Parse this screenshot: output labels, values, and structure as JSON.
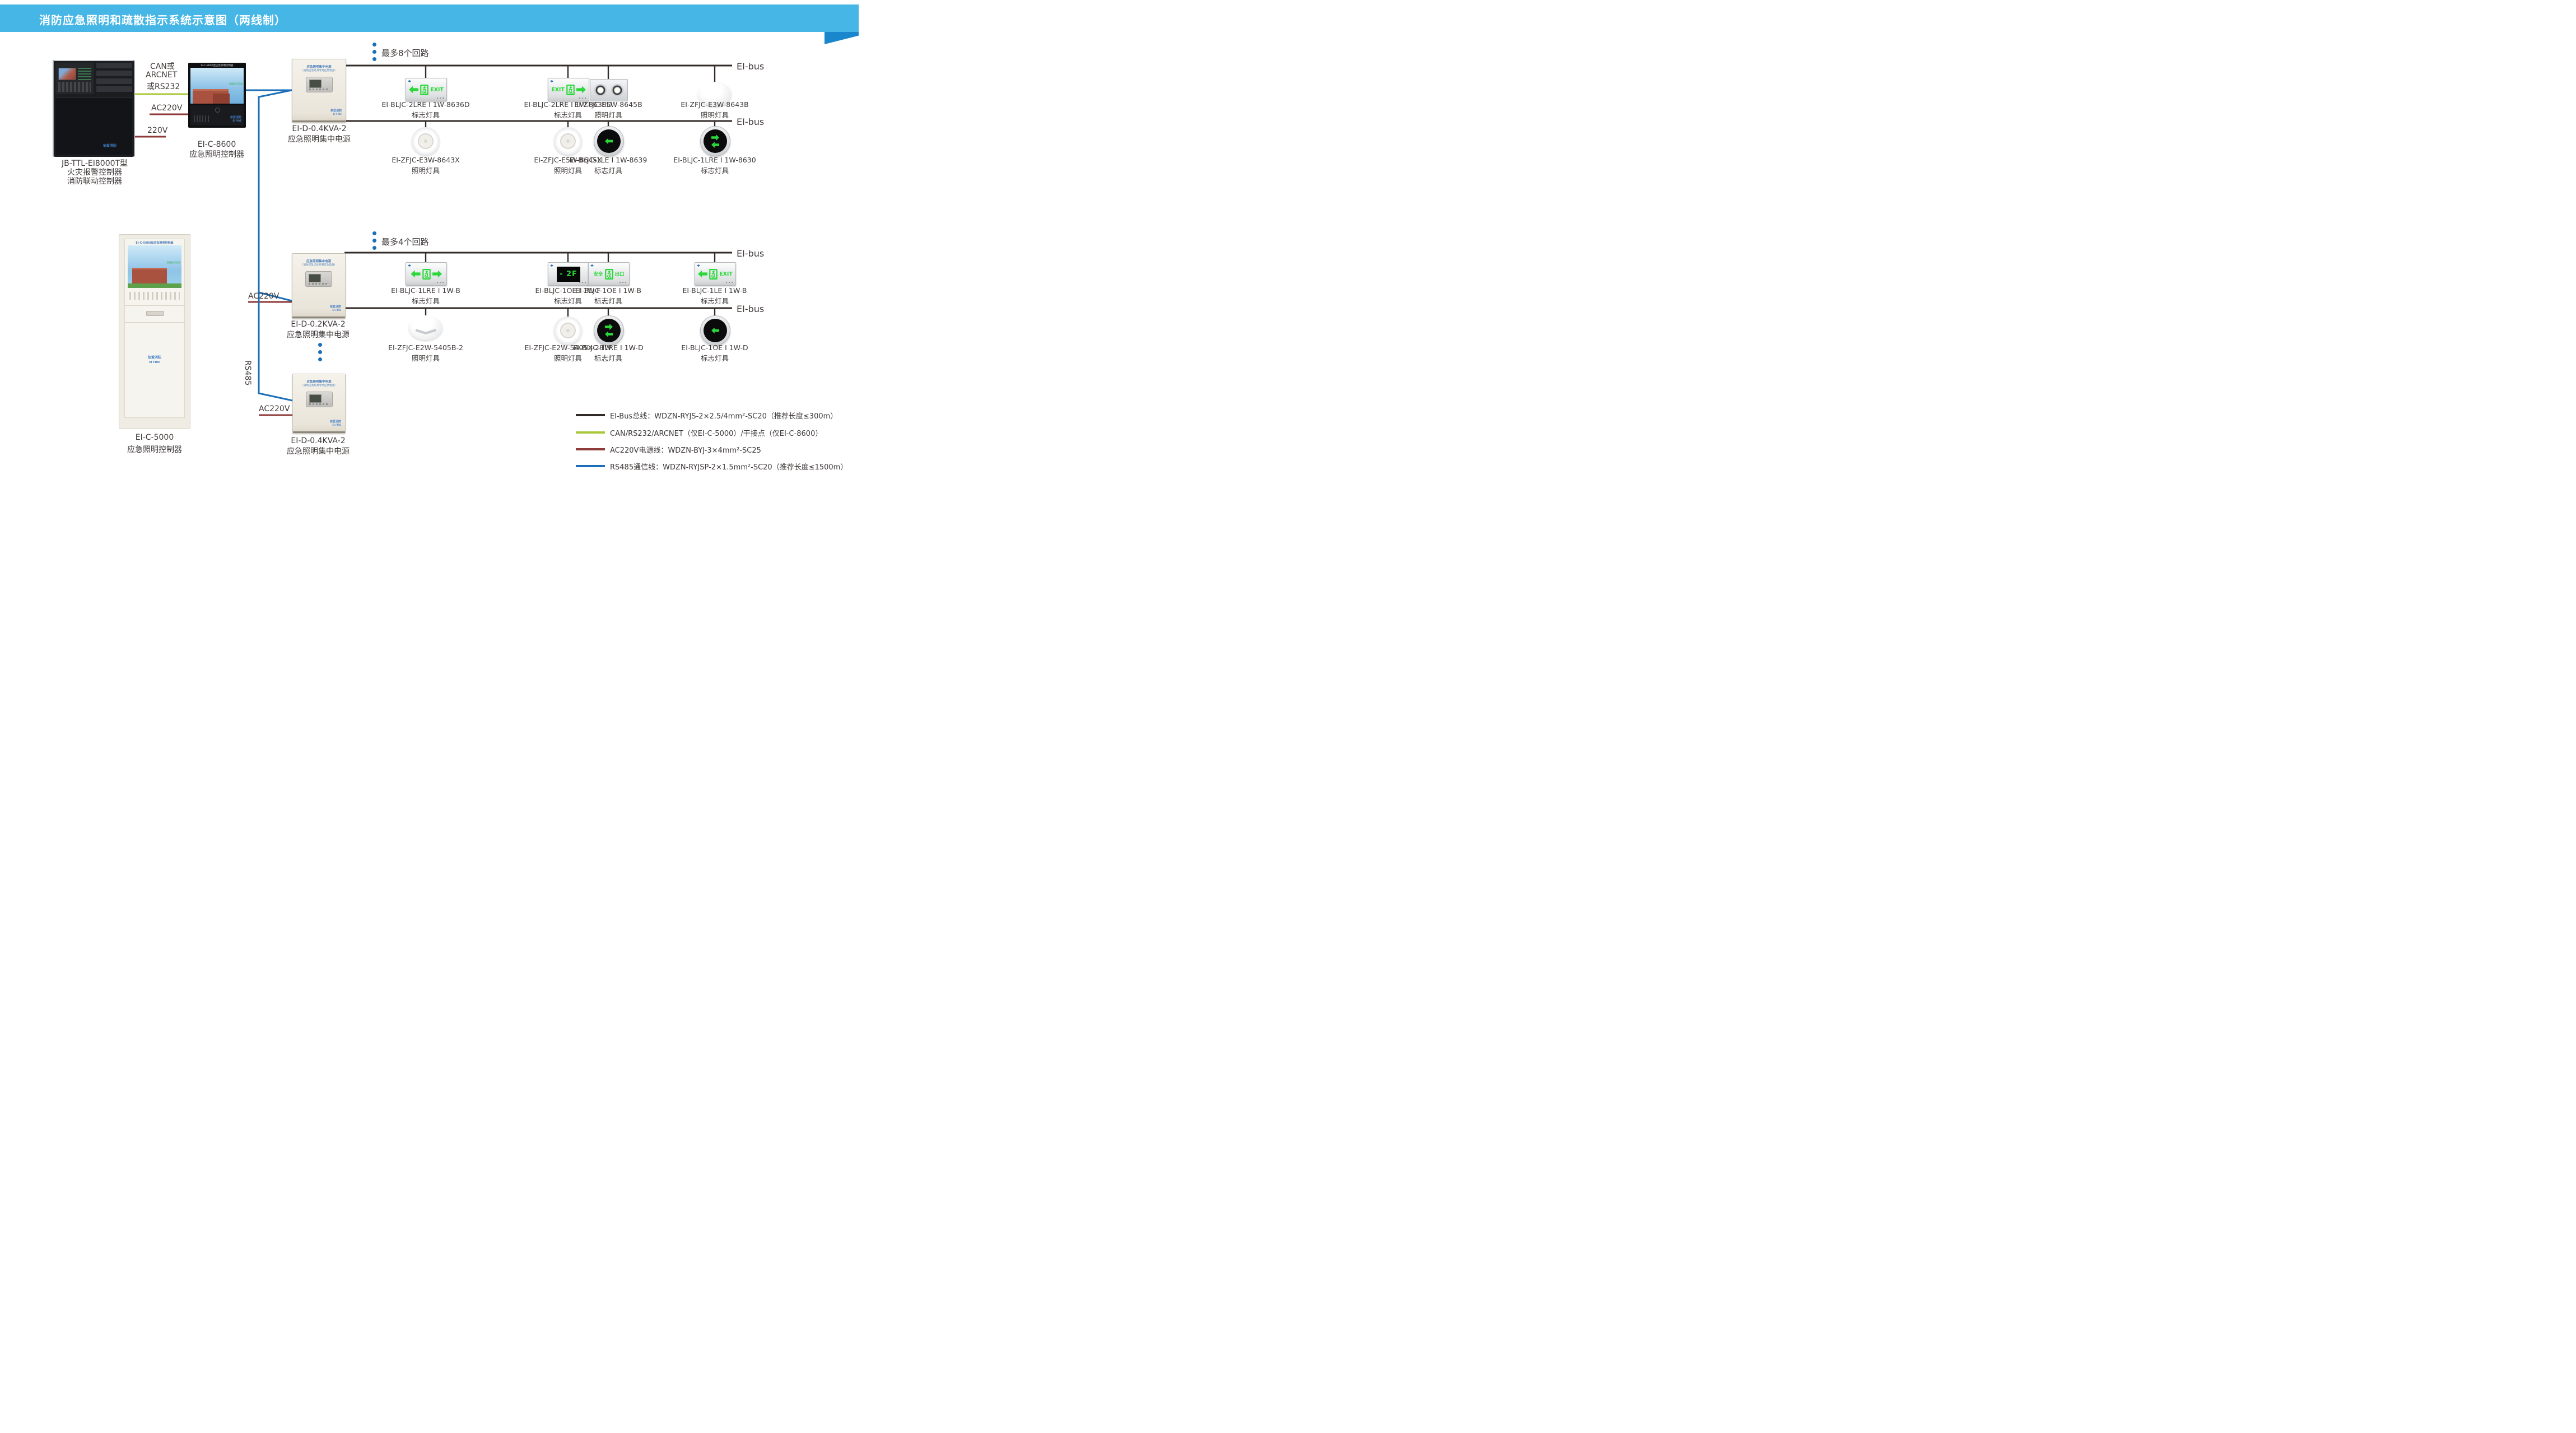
{
  "title": "消防应急照明和疏散指示系统示意图（两线制）",
  "colors": {
    "header_band": "#45b6e5",
    "header_wedge": "#1a86cb",
    "bus_wire": "#332b29",
    "can_wire": "#a9c83a",
    "power_wire": "#8d3a38",
    "rs485_wire": "#1c6fb8",
    "lamp_green": "#2bd83a"
  },
  "bus_label": "EI-bus",
  "notes": {
    "loop8": "最多8个回路",
    "loop4": "最多4个回路"
  },
  "wire_labels": {
    "can_line1": "CAN或",
    "can_line2": "ARCNET",
    "can_line3": "或RS232",
    "ac220v_1": "AC220V",
    "v220": "220V",
    "ac220v_2": "AC220V",
    "ac220v_3": "AC220V",
    "rs485": "RS485"
  },
  "devices": {
    "fire_panel": {
      "model": "JB-TTL-EI8000T型",
      "line2": "火灾报警控制器",
      "line3": "消防联动控制器"
    },
    "c8600": {
      "face_title": "EI-C-8600型应急照明控制器",
      "status": "系统运行正常",
      "brand": "依爱消防",
      "brand_en": "EI FIRE",
      "model": "EI-C-8600",
      "type": "应急照明控制器"
    },
    "c5000": {
      "face_title": "EI-C-5000型应急照明控制器",
      "status": "系统运行正常",
      "brand": "依爱消防",
      "brand_en": "EI FIRE",
      "model": "EI-C-5000",
      "type": "应急照明控制器"
    },
    "psu1": {
      "face_line1": "应急照明集中电源",
      "face_line2": "（消防应急灯具专用应急电源）",
      "brand": "依爱消防",
      "brand_en": "EI FIRE",
      "model": "EI-D-0.4KVA-2",
      "type": "应急照明集中电源"
    },
    "psu2": {
      "face_line1": "应急照明集中电源",
      "face_line2": "（消防应急灯具专用应急电源）",
      "brand": "依爱消防",
      "brand_en": "EI FIRE",
      "model": "EI-D-0.2KVA-2",
      "type": "应急照明集中电源"
    },
    "psu3": {
      "face_line1": "应急照明集中电源",
      "face_line2": "（消防应急灯具专用应急电源）",
      "brand": "依爱消防",
      "brand_en": "EI FIRE",
      "model": "EI-D-0.4KVA-2",
      "type": "应急照明集中电源"
    }
  },
  "rows": [
    {
      "lamps": [
        {
          "model": "EI-BLJC-2LRE I 1W-8636D",
          "type": "标志灯具",
          "face": "EXIT"
        },
        {
          "model": "EI-BLJC-2LRE I 1W-8638D",
          "type": "标志灯具",
          "face": "EXIT"
        },
        {
          "model": "EI-ZFJC-E5W-8645B",
          "type": "照明灯具"
        },
        {
          "model": "EI-ZFJC-E3W-8643B",
          "type": "照明灯具"
        }
      ]
    },
    {
      "lamps": [
        {
          "model": "EI-ZFJC-E3W-8643X",
          "type": "照明灯具"
        },
        {
          "model": "EI-ZFJC-E5W-8645X",
          "type": "照明灯具"
        },
        {
          "model": "EI-BLJC-1LE I 1W-8639",
          "type": "标志灯具"
        },
        {
          "model": "EI-BLJC-1LRE I 1W-8630",
          "type": "标志灯具"
        }
      ]
    },
    {
      "lamps": [
        {
          "model": "EI-BLJC-1LRE I 1W-B",
          "type": "标志灯具"
        },
        {
          "model": "EI-BLJC-1OE I 1W-F",
          "type": "标志灯具",
          "face": "- 2F"
        },
        {
          "model": "EI-BLJC-1OE I 1W-B",
          "type": "标志灯具",
          "face_left": "安全",
          "face_right": "出口"
        },
        {
          "model": "EI-BLJC-1LE I 1W-B",
          "type": "标志灯具",
          "face": "EXIT"
        }
      ]
    },
    {
      "lamps": [
        {
          "model": "EI-ZFJC-E2W-5405B-2",
          "type": "照明灯具"
        },
        {
          "model": "EI-ZFJC-E2W-5405X-2HW",
          "type": "照明灯具"
        },
        {
          "model": "EI-BLJC-1LRE I 1W-D",
          "type": "标志灯具"
        },
        {
          "model": "EI-BLJC-1OE I 1W-D",
          "type": "标志灯具"
        }
      ]
    }
  ],
  "legend": [
    {
      "color": "#332b29",
      "label": "EI-Bus总线：WDZN-RYJS-2×2.5/4mm²-SC20（推荐长度≤300m）"
    },
    {
      "color": "#a9c83a",
      "label": "CAN/RS232/ARCNET（仅EI-C-5000）/干接点（仅EI-C-8600）"
    },
    {
      "color": "#8d3a38",
      "label": "AC220V电源线：WDZN-BYJ-3×4mm²-SC25"
    },
    {
      "color": "#1c6fb8",
      "label": "RS485通信线：WDZN-RYJSP-2×1.5mm²-SC20（推荐长度≤1500m）"
    }
  ]
}
